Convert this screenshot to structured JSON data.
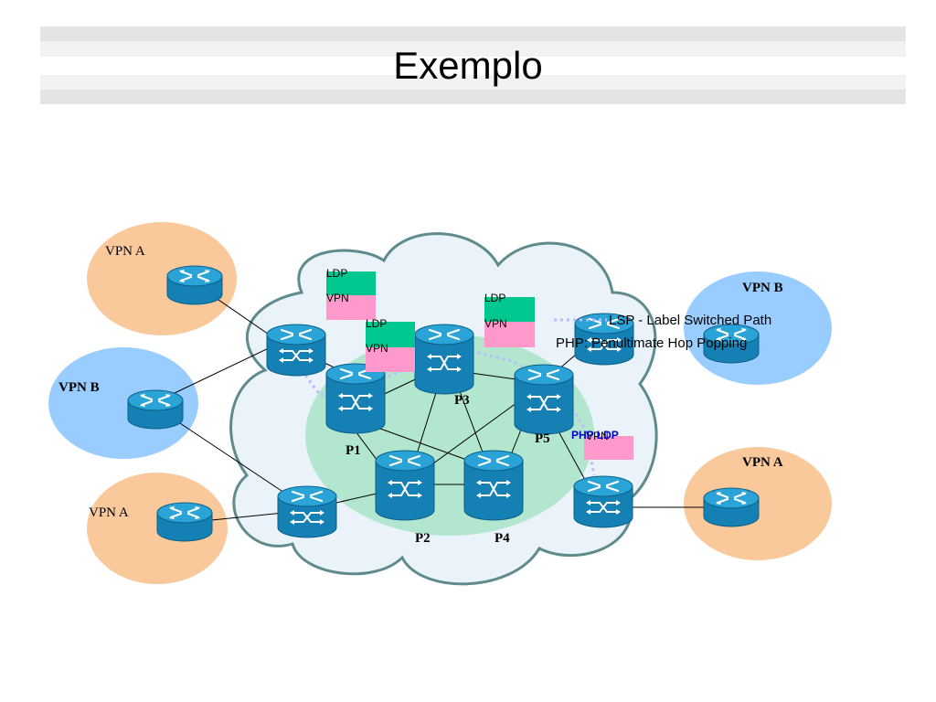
{
  "slide": {
    "title": "Exemplo"
  },
  "sites": {
    "vpn_a_top_left": "VPN A",
    "vpn_b_left": "VPN B",
    "vpn_a_bottom_left": "VPN A",
    "vpn_b_right": "VPN B",
    "vpn_a_right": "VPN A"
  },
  "core_routers": {
    "p1": "P1",
    "p2": "P2",
    "p3": "P3",
    "p4": "P4",
    "p5": "P5"
  },
  "labels": {
    "stack1_ldp": "LDP",
    "stack1_vpn": "VPN",
    "stack2_ldp": "LDP",
    "stack2_vpn": "VPN",
    "stack3_ldp": "LDP",
    "stack3_vpn": "VPN",
    "stack4_vpn": "VPN",
    "php_ldp": "PHP LDP"
  },
  "legend": {
    "lsp": "LSP - Label Switched Path",
    "php": "PHP: Penultimate Hop Popping"
  },
  "colors": {
    "vpn_a_fill": "#F9C89B",
    "vpn_b_fill": "#99CCFF",
    "cloud_fill": "#EAF3FA",
    "core_fill": "#B3E6CF",
    "ldp_fill": "#00C690",
    "vpn_fill": "#FF99CC",
    "lsp_line": "#BBBBFF",
    "router_top": "#2AA3D6",
    "router_body": "#1480B3"
  }
}
